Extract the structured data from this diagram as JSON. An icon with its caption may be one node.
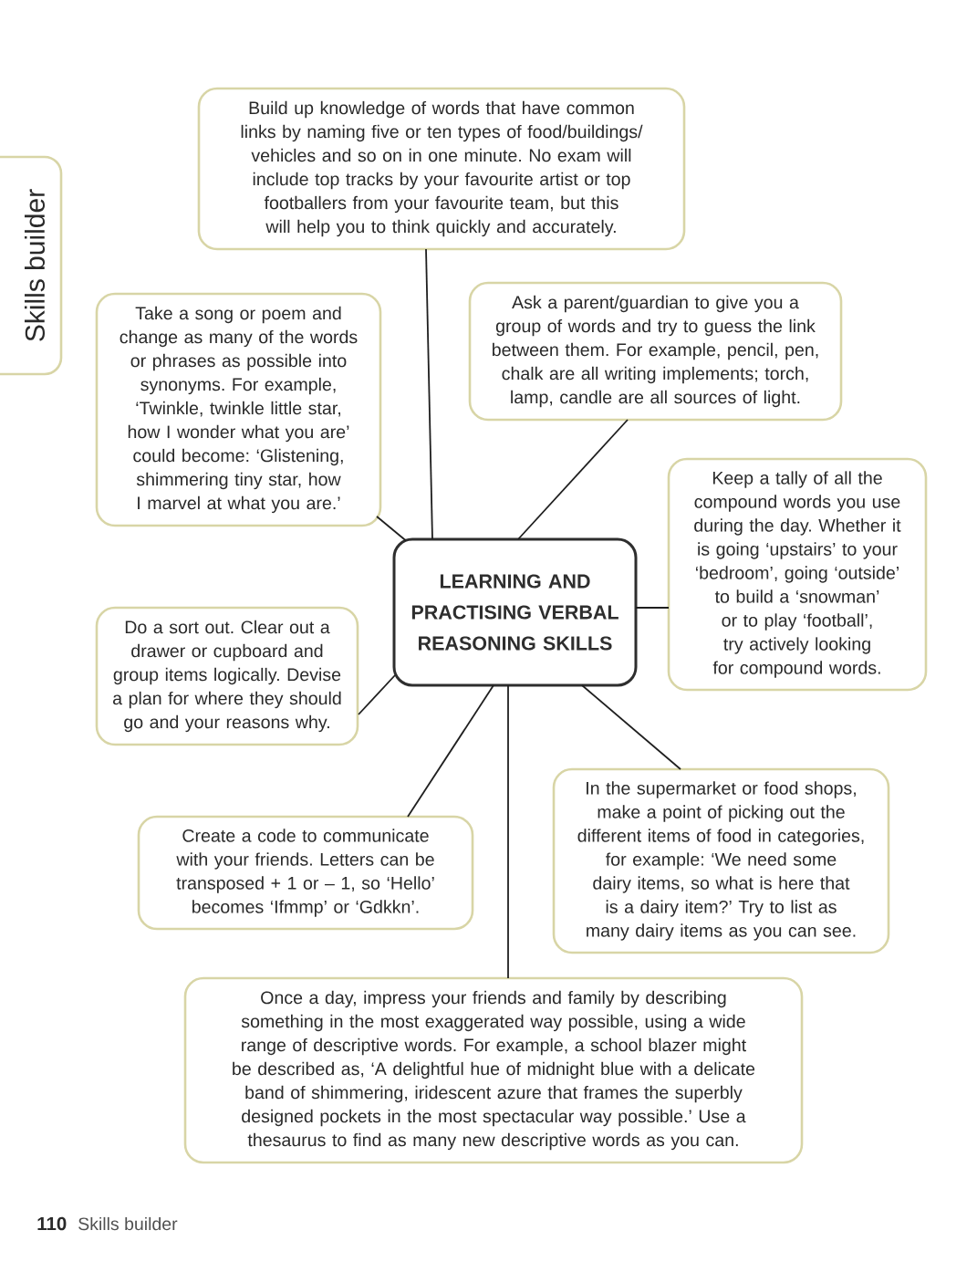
{
  "diagram": {
    "nodes": [
      {
        "text": [
          "Build up knowledge of words that have common links by naming five or ten types of food/buildings/ vehicles and so on in one minute. No exam will include top tracks by your favourite artist or top footballers from your favourite team, but this will help you to think quickly and accurately."
        ]
      },
      {
        "text": [
          "Skills builder"
        ]
      },
      {
        "text": [
          "Ask a parent/guardian to give you a group of words and try to guess the link between them. For example, pencil, pen, chalk are all writing implements; torch, lamp, candle are all sources of light."
        ]
      },
      {
        "text": [
          "Take a song or poem and change as many of the words or phrases as possible into synonyms. For example, ‘Twinkle, twinkle little star, how I wonder what you are’ could become: ‘Glistening, shimmering tiny star, how I marvel at what you are.’"
        ]
      },
      {
        "text": [
          "Keep a tally of all the compound words you use during the day. Whether it is going ‘upstairs’ to your ‘bedroom’, going ‘outside’ to build a ‘snowman’ or to play ‘football’, try actively looking for compound words."
        ]
      },
      {
        "text": [
          "LEARNING AND PRACTISING VERBAL REASONING SKILLS"
        ]
      },
      {
        "text": [
          "Do a sort out. Clear out a drawer or cupboard and group items logically. Devise a plan for where they should go and your reasons why."
        ]
      },
      {
        "text": [
          "In the supermarket or food shops, make a point of picking out the different items of food in categories, for example: ‘We need some dairy items, so what is here that is a dairy item?’ Try to list as many dairy items as you can see."
        ]
      },
      {
        "text": [
          "Create a code to communicate with your friends. Letters can be transposed + 1 or – 1, so ‘Hello’ becomes ‘Ifmmp’ or ‘Gdkkn’."
        ]
      },
      {
        "text": [
          "Once a day, impress your friends and family by describing something in the most exaggerated way possible, using a wide range of descriptive words. For example, a school blazer might be described as, ‘A delightful hue of midnight blue with a delicate band of shimmering, iridescent azure that frames the superbly designed pockets in the most spectacular way possible.’ Use a thesaurus to find as many new descriptive words as you can."
        ]
      }
    ],
    "edges": [
      {
        "from": 5,
        "to": 0,
        "arrow": "none"
      },
      {
        "from": 5,
        "to": 2,
        "arrow": "none"
      },
      {
        "from": 5,
        "to": 3,
        "arrow": "none"
      },
      {
        "from": 5,
        "to": 4,
        "arrow": "none"
      },
      {
        "from": 5,
        "to": 6,
        "arrow": "none"
      },
      {
        "from": 5,
        "to": 7,
        "arrow": "none"
      },
      {
        "from": 5,
        "to": 8,
        "arrow": "none"
      },
      {
        "from": 5,
        "to": 9,
        "arrow": "none"
      }
    ],
    "labels": [
      "110",
      "Skills builder"
    ]
  }
}
